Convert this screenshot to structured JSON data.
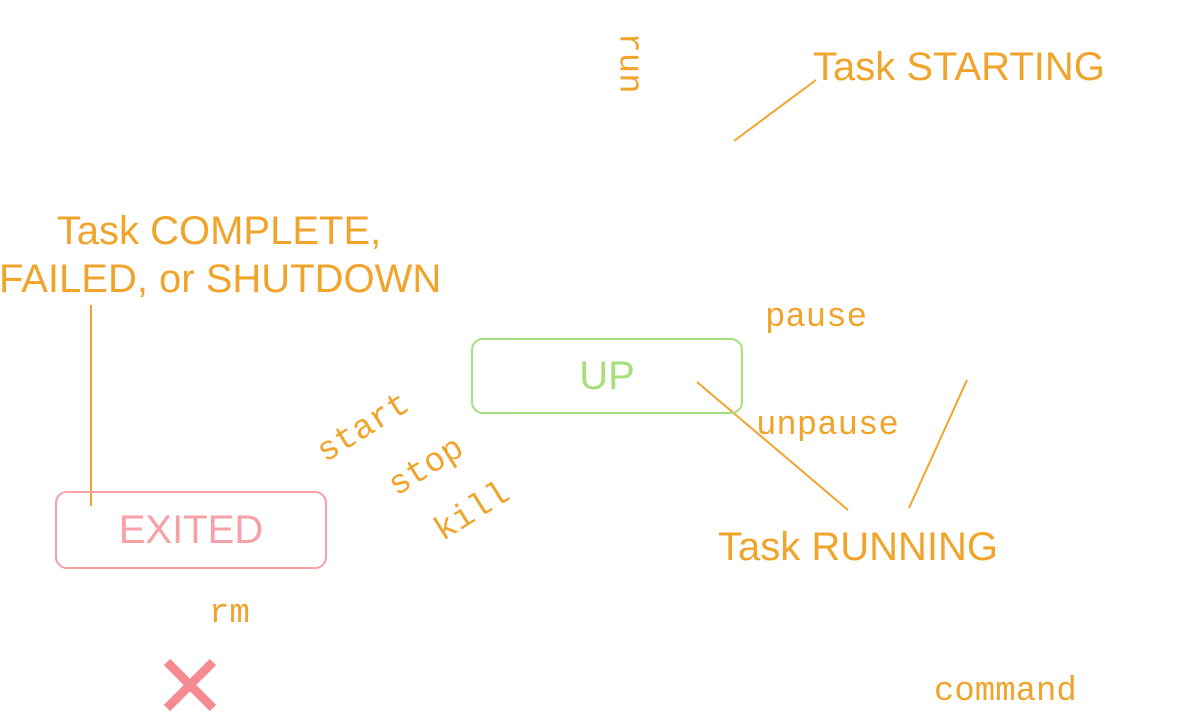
{
  "states": {
    "up": {
      "label": "UP",
      "color": "#a7df7c"
    },
    "exited": {
      "label": "EXITED",
      "color": "#f6a0a8"
    }
  },
  "commands": {
    "run": "run",
    "pause": "pause",
    "unpause": "unpause",
    "start": "start",
    "stop": "stop",
    "kill": "kill",
    "rm": "rm"
  },
  "annotations": {
    "task_starting": "Task STARTING",
    "task_running": "Task RUNNING",
    "task_complete_line1": "Task COMPLETE,",
    "task_complete_line2": "FAILED, or SHUTDOWN"
  },
  "legend": {
    "command": "command"
  },
  "icons": {
    "removed": "x-icon"
  },
  "colors": {
    "annotation": "#f0a42c",
    "up": "#a7df7c",
    "exited": "#f6a0a8",
    "removed": "#f58b91"
  }
}
